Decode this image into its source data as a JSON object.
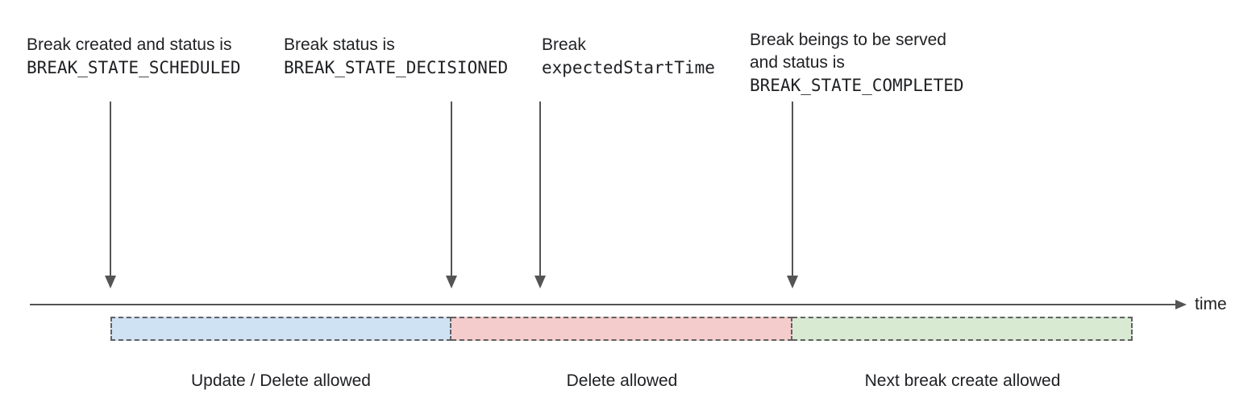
{
  "annotations": [
    {
      "line1": "Break created and status is",
      "code": "BREAK_STATE_SCHEDULED"
    },
    {
      "line1": "Break status is",
      "code": "BREAK_STATE_DECISIONED"
    },
    {
      "line1": "Break",
      "code": "expectedStartTime"
    },
    {
      "line1": "Break beings to be served",
      "line2": "and status is",
      "code": "BREAK_STATE_COMPLETED"
    }
  ],
  "axis": {
    "label": "time"
  },
  "segments": [
    {
      "label": "Update / Delete allowed",
      "fill": "#cfe2f3"
    },
    {
      "label": "Delete allowed",
      "fill": "#f4cccc"
    },
    {
      "label": "Next break create allowed",
      "fill": "#d9ead3"
    }
  ],
  "colors": {
    "axis": "#545454",
    "arrow": "#545454",
    "segment_border": "#616161",
    "text": "#202124"
  }
}
